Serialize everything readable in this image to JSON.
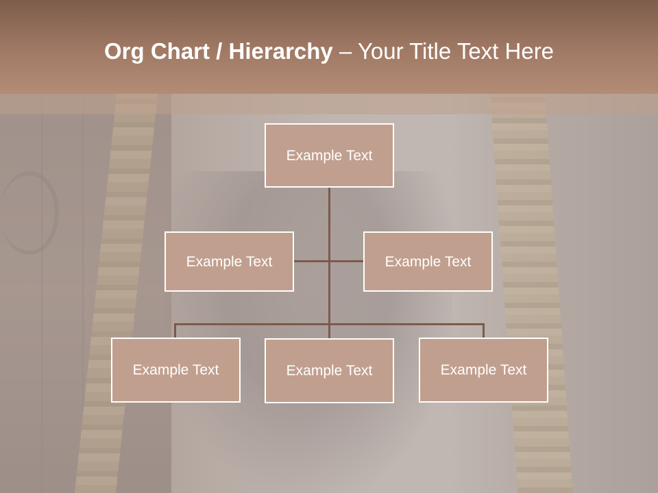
{
  "slide": {
    "title_bold": "Org Chart / Hierarchy",
    "title_dash": " – ",
    "title_light": "Your Title Text Here"
  },
  "org_chart": {
    "root": {
      "label": "Example Text"
    },
    "assistants": [
      {
        "label": "Example Text"
      },
      {
        "label": "Example Text"
      }
    ],
    "subordinates": [
      {
        "label": "Example Text"
      },
      {
        "label": "Example Text"
      },
      {
        "label": "Example Text"
      }
    ]
  },
  "colors": {
    "node_fill": "#c19f8e",
    "node_border": "#ffffff",
    "connector": "#7a5a4c",
    "title_band": "#a17a65"
  }
}
